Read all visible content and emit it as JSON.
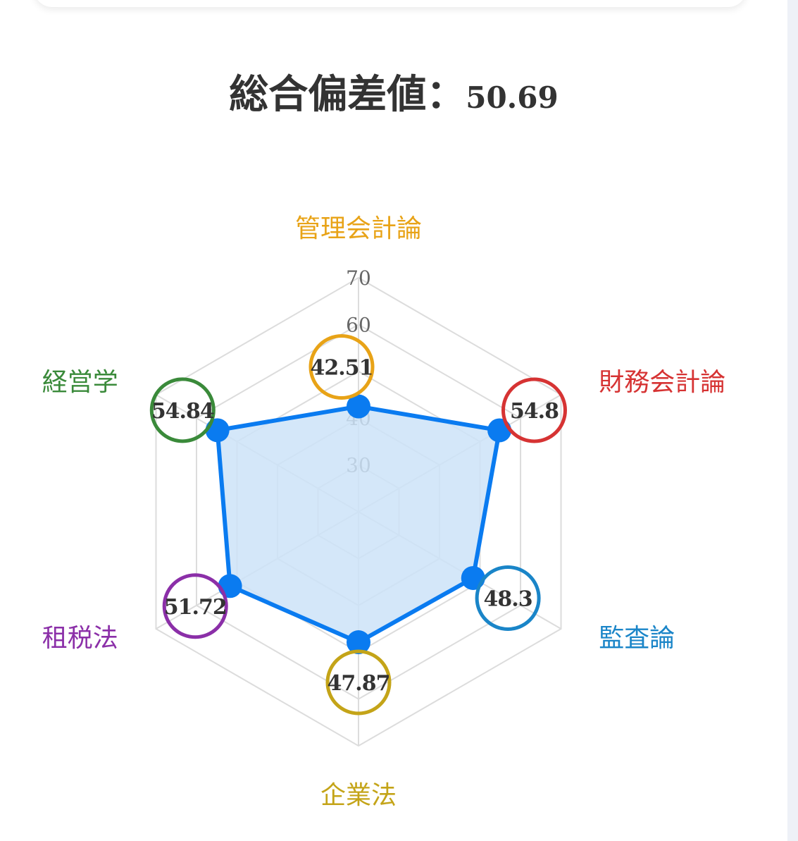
{
  "header": {
    "score_label": "総合偏差値",
    "score_separator": "：",
    "score_value": "50.69"
  },
  "chart_data": {
    "type": "radar",
    "categories": [
      "管理会計論",
      "財務会計論",
      "監査論",
      "企業法",
      "租税法",
      "経営学"
    ],
    "values": [
      42.51,
      54.8,
      48.3,
      47.87,
      51.72,
      54.84
    ],
    "value_labels": [
      "42.51",
      "54.8",
      "48.3",
      "47.87",
      "51.72",
      "54.84"
    ],
    "category_colors": [
      "#e8a317",
      "#d63333",
      "#1a85c8",
      "#c4a418",
      "#8b2fa8",
      "#3a8a3a"
    ],
    "series_color": "#0a7bf0",
    "fill_color": "#cde3f8",
    "rlim": [
      20,
      70
    ],
    "ticks": [
      30,
      40,
      60,
      70
    ],
    "grid": true
  }
}
